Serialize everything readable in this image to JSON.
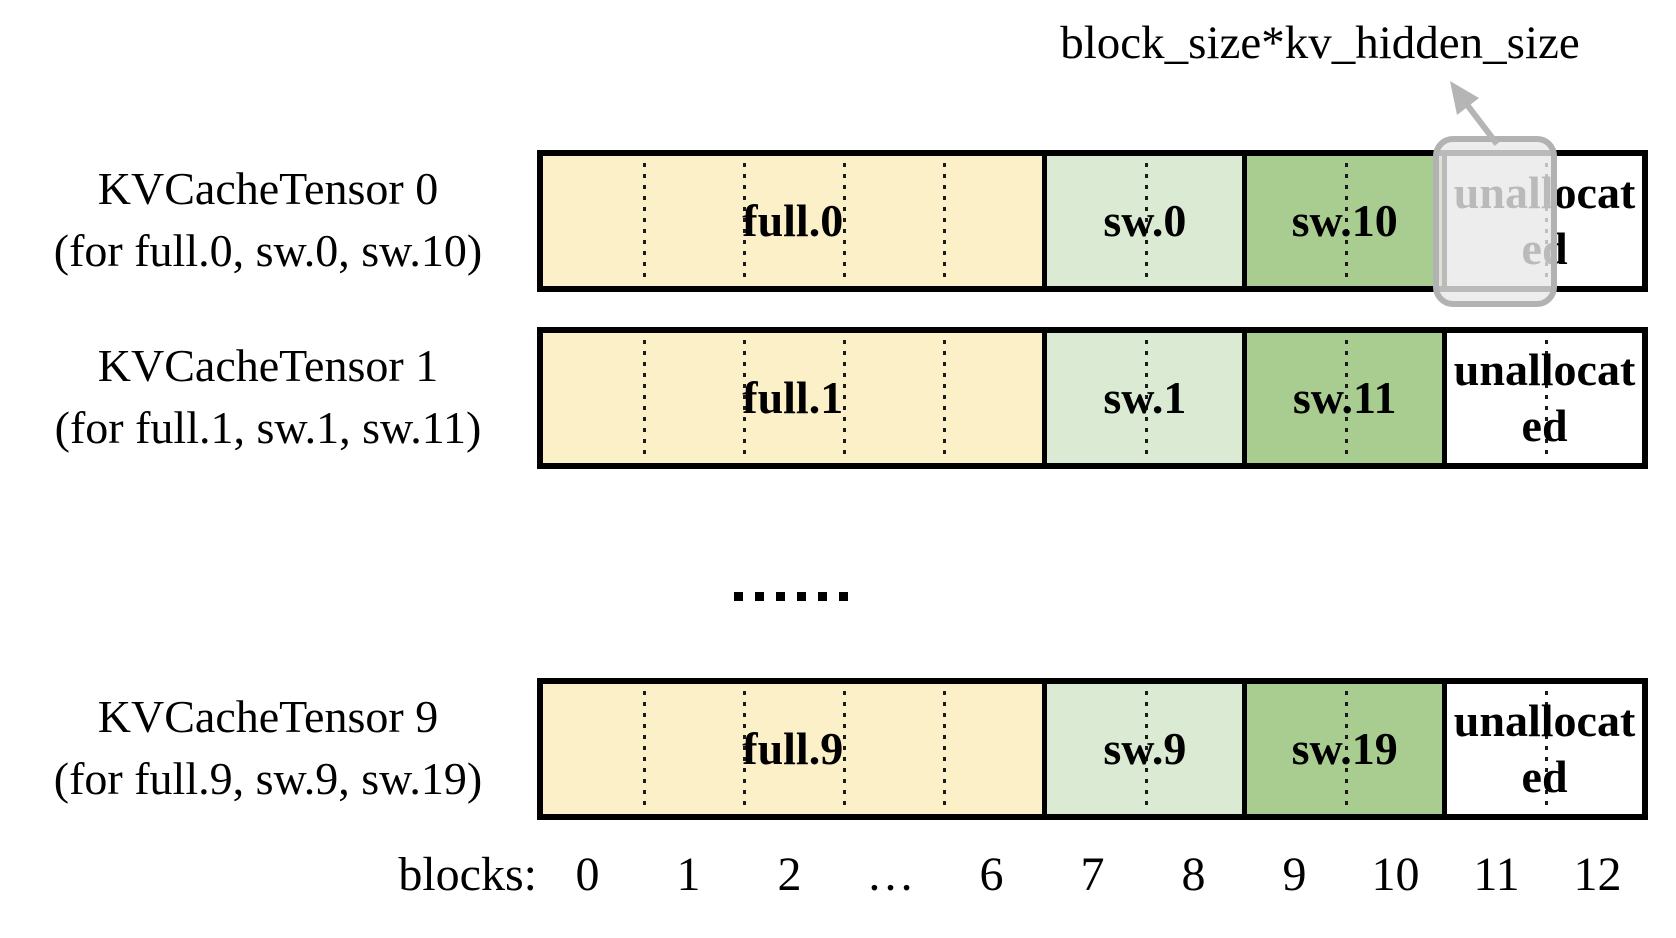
{
  "annotation": {
    "text": "block_size*kv_hidden_size"
  },
  "rows": [
    {
      "label_line1": "KVCacheTensor 0",
      "label_line2": "(for full.0, sw.0, sw.10)",
      "full_label": "full.0",
      "sw_a_label": "sw.0",
      "sw_b_label": "sw.10",
      "unallocated_label": "unallocated",
      "highlighted_block": "11"
    },
    {
      "label_line1": "KVCacheTensor 1",
      "label_line2": "(for full.1, sw.1, sw.11)",
      "full_label": "full.1",
      "sw_a_label": "sw.1",
      "sw_b_label": "sw.11",
      "unallocated_label": "unallocated"
    },
    {
      "label_line1": "KVCacheTensor 9",
      "label_line2": "(for full.9, sw.9, sw.19)",
      "full_label": "full.9",
      "sw_a_label": "sw.9",
      "sw_b_label": "sw.19",
      "unallocated_label": "unallocated"
    }
  ],
  "ellipsis_between_rows": "......",
  "axis": {
    "label": "blocks:",
    "ticks": [
      "0",
      "1",
      "2",
      "…",
      "6",
      "7",
      "8",
      "9",
      "10",
      "11",
      "12"
    ]
  },
  "colors": {
    "full_section": "#FBF0C8",
    "sw_a_section": "#DAEAD3",
    "sw_b_section": "#A9CD90",
    "unallocated_section": "#FFFFFF",
    "highlight_fill": "#E8E8E8",
    "highlight_border": "#B2B2B2",
    "arrow": "#B5B5B5",
    "border": "#000000"
  }
}
